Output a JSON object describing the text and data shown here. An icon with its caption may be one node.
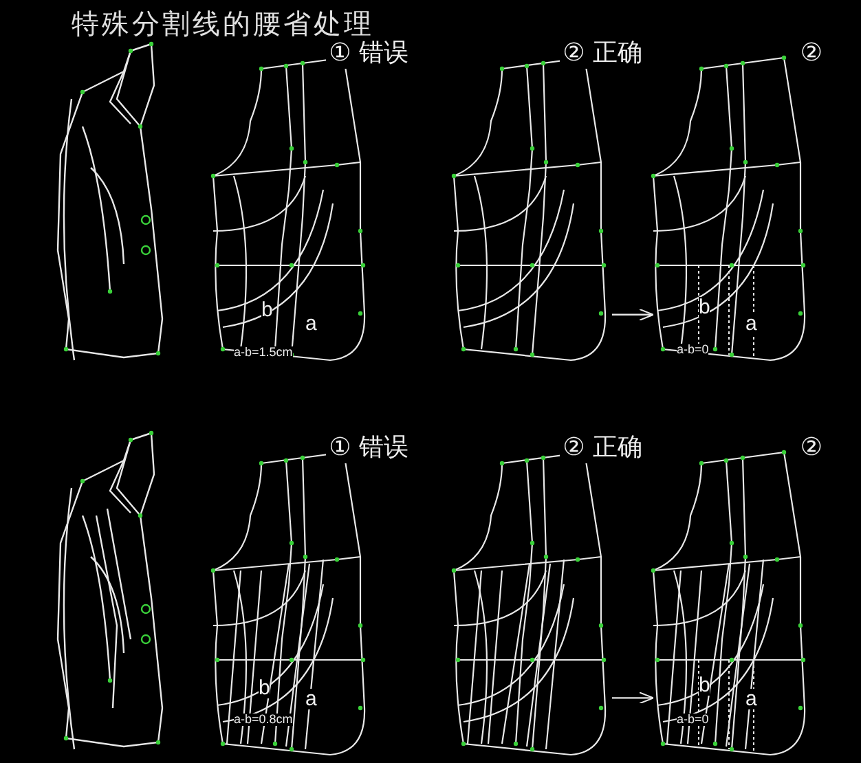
{
  "diagram": {
    "title": "特殊分割线的腰省处理",
    "nodes": [
      {
        "text": [],
        "shape": "picture"
      },
      {
        "text": [
          "① 错误"
        ]
      },
      {
        "text": [
          "② 正确"
        ]
      },
      {
        "text": [
          "②"
        ]
      },
      {
        "text": [],
        "shape": "picture"
      },
      {
        "text": [
          "① 错误"
        ]
      },
      {
        "text": [
          "② 正确"
        ]
      },
      {
        "text": [
          "②"
        ]
      }
    ],
    "edges": [
      {
        "from": 2,
        "to": 3,
        "arrow": "to"
      },
      {
        "from": 6,
        "to": 7,
        "arrow": "to"
      }
    ],
    "labels": [
      "b",
      "a",
      "a-b=1.5cm",
      "b",
      "a",
      "a-b=0",
      "b",
      "a",
      "a-b=0.8cm",
      "b",
      "a",
      "a-b=0"
    ]
  }
}
